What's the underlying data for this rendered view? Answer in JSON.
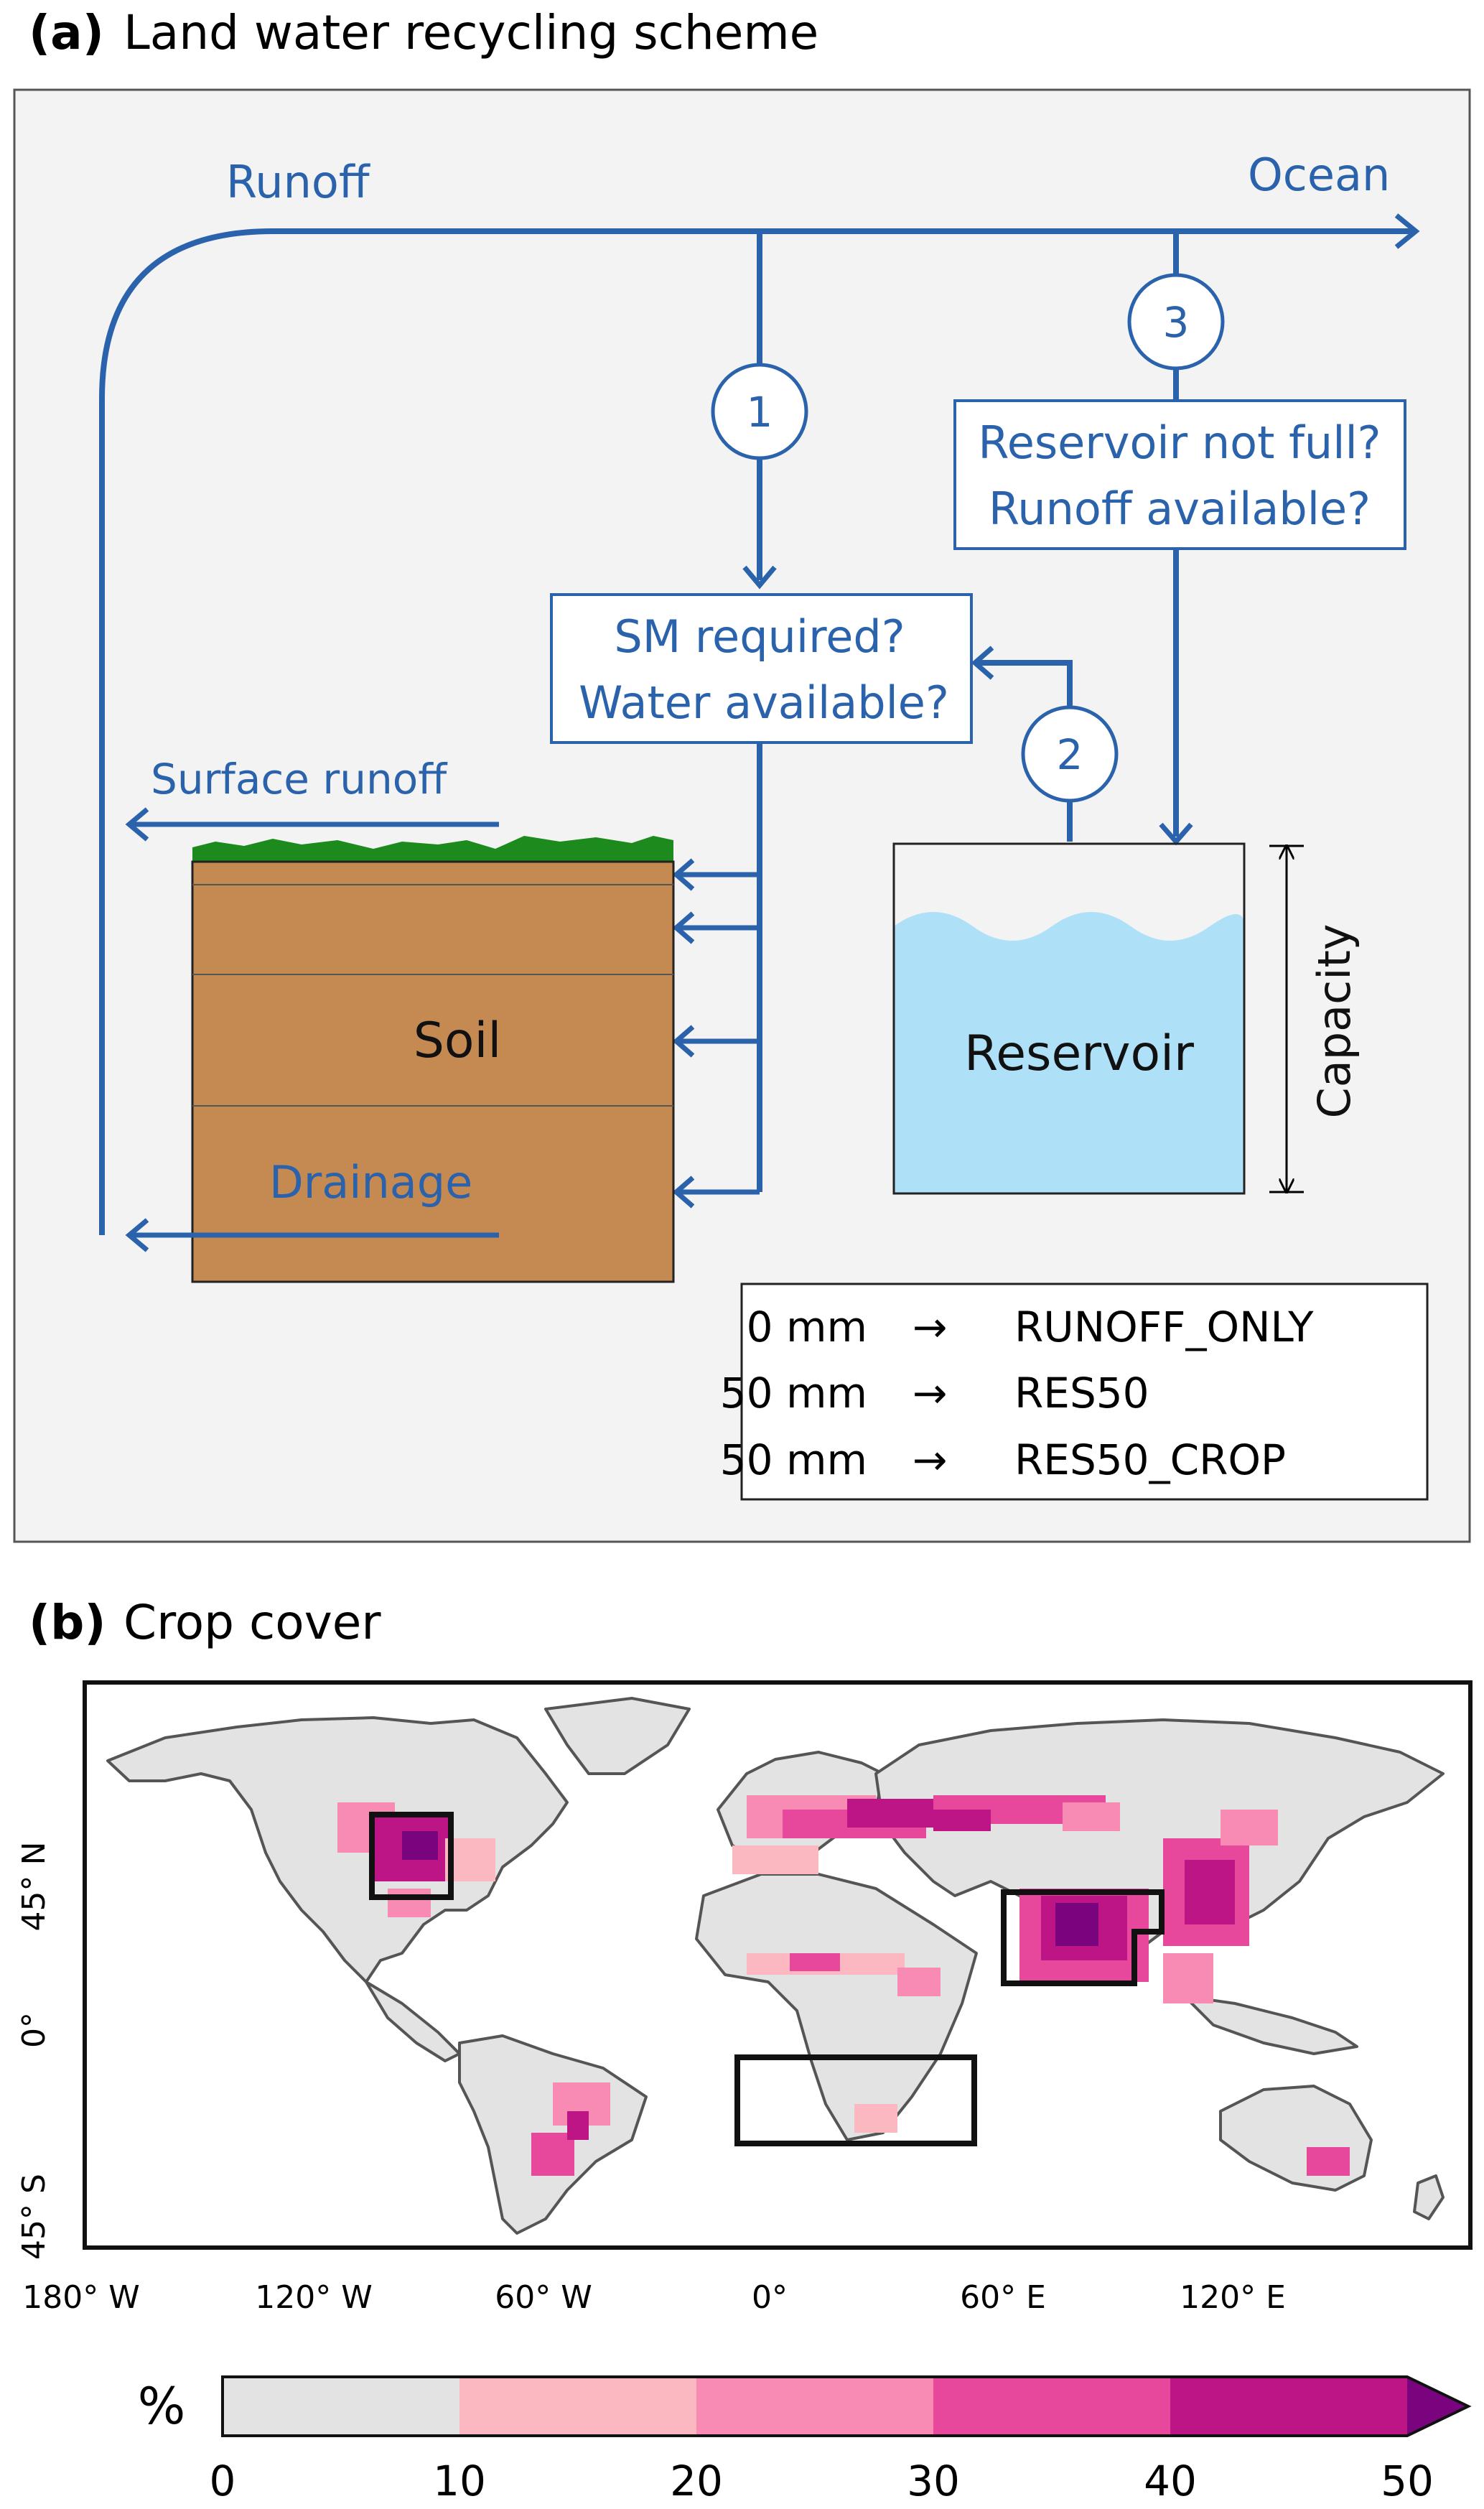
{
  "panel_a": {
    "label": "(a)",
    "title": "Land water recycling scheme",
    "runoff": "Runoff",
    "ocean": "Ocean",
    "step1": "1",
    "step2": "2",
    "step3": "3",
    "reservoir_q1": "Reservoir not full?",
    "reservoir_q2": "Runoff available?",
    "sm_q1": "SM required?",
    "sm_q2": "Water available?",
    "surface_runoff": "Surface runoff",
    "soil": "Soil",
    "drainage": "Drainage",
    "reservoir": "Reservoir",
    "capacity": "Capacity",
    "legend_rows": [
      {
        "amount": "0 mm",
        "arrow": "→",
        "name": "RUNOFF_ONLY"
      },
      {
        "amount": "50 mm",
        "arrow": "→",
        "name": "RES50"
      },
      {
        "amount": "50 mm",
        "arrow": "→",
        "name": "RES50_CROP"
      }
    ],
    "colors": {
      "flow": "#2a62ab",
      "soil": "#c48a52",
      "water": "#aee0f8",
      "grass": "#1c8a1c"
    }
  },
  "panel_b": {
    "label": "(b)",
    "title": "Crop cover",
    "lat_labels": [
      "45° N",
      "0°",
      "45° S"
    ],
    "lon_labels": [
      "180°  W",
      "120°  W",
      "60°  W",
      "0°",
      "60° E",
      "120°  E"
    ],
    "colorbar": {
      "unit": "%",
      "ticks": [
        "0",
        "10",
        "20",
        "30",
        "40",
        "50"
      ],
      "colors": [
        "#e3e3e3",
        "#fbb8c1",
        "#f78bb4",
        "#e8489c",
        "#bd1586",
        "#7a047e"
      ]
    }
  }
}
